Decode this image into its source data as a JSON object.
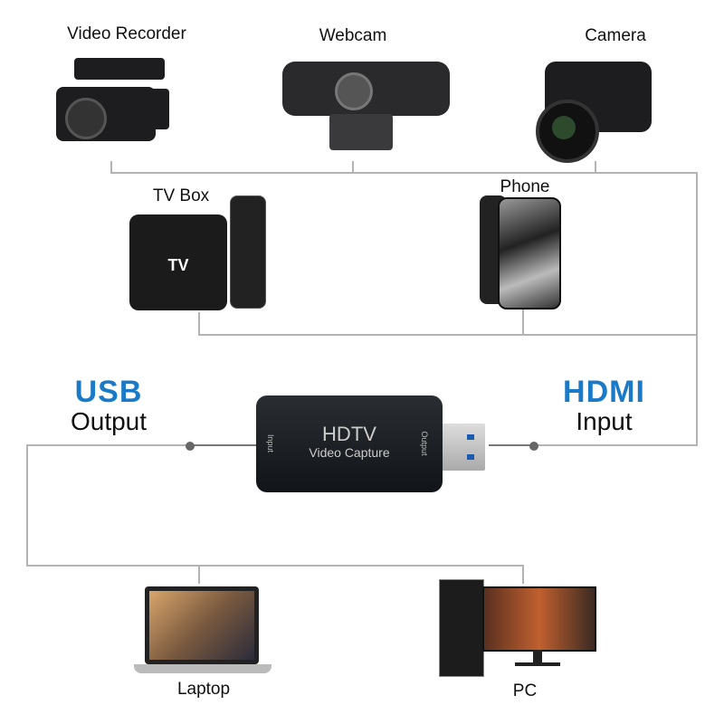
{
  "devices": {
    "video_recorder": "Video Recorder",
    "webcam": "Webcam",
    "camera": "Camera",
    "tv_box": "TV Box",
    "tv_box_logo": "TV",
    "phone": "Phone",
    "laptop": "Laptop",
    "pc": "PC"
  },
  "usb": {
    "title": "USB",
    "subtitle": "Output"
  },
  "hdmi": {
    "title": "HDMI",
    "subtitle": "Input"
  },
  "capture_device": {
    "title": "HDTV",
    "subtitle": "Video Capture",
    "input_label": "Input",
    "output_label": "Output"
  },
  "colors": {
    "accent": "#1b7ac8",
    "line": "#b0b0b0",
    "device": "#1d1d1f"
  }
}
